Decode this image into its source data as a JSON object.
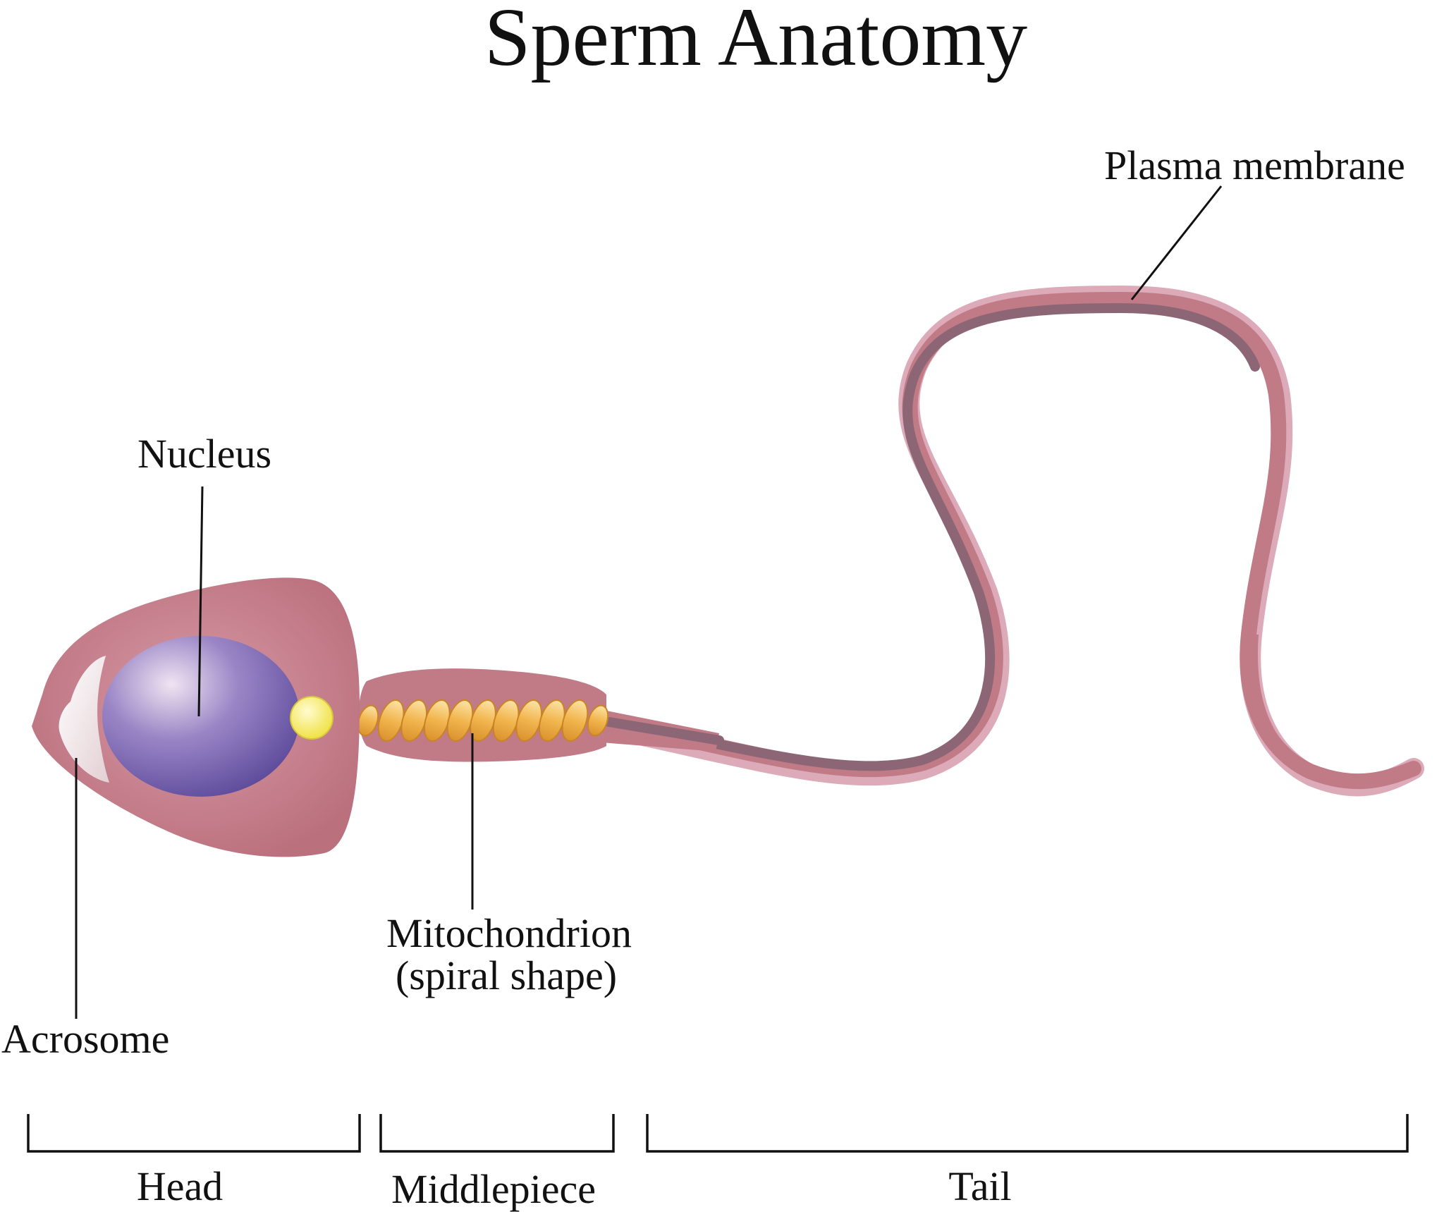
{
  "title": "Sperm Anatomy",
  "labels": {
    "nucleus": "Nucleus",
    "acrosome": "Acrosome",
    "mitochondrion_line1": "Mitochondrion",
    "mitochondrion_line2": "(spiral shape)",
    "plasma_membrane": "Plasma membrane"
  },
  "sections": {
    "head": "Head",
    "middlepiece": "Middlepiece",
    "tail": "Tail"
  },
  "colors": {
    "membrane": "#c07b86",
    "membrane_light": "#dcaab8",
    "nucleus": "#6d5aa6",
    "acrosome": "#f4eef0",
    "centriole": "#f2e84a",
    "mitochondria": "#f0b24a",
    "axoneme": "#8d6676"
  }
}
